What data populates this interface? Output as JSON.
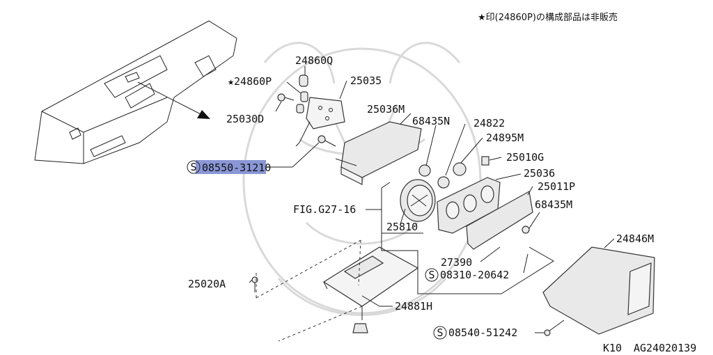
{
  "note": "★印(24860P)の構成部品は非販売",
  "footer": {
    "model": "K10",
    "code": "AG24020139"
  },
  "highlight_color": "#8a97d6",
  "labels": {
    "p24860Q": "24860Q",
    "p24860P": "★24860P",
    "p25035": "25035",
    "p25030D": "25030D",
    "p25036M": "25036M",
    "p68435N": "68435N",
    "p24822": "24822",
    "p24895M": "24895M",
    "p25010G": "25010G",
    "p25036": "25036",
    "p25011P": "25011P",
    "p68435M": "68435M",
    "p08550": "08550-31210",
    "fig": "FIG.G27-16",
    "p25810": "25810",
    "p24846M": "24846M",
    "p27390": "27390",
    "p08310": "08310-20642",
    "p25020A": "25020A",
    "p24881H": "24881H",
    "p08540": "08540-51242"
  },
  "screw_symbol": "S"
}
